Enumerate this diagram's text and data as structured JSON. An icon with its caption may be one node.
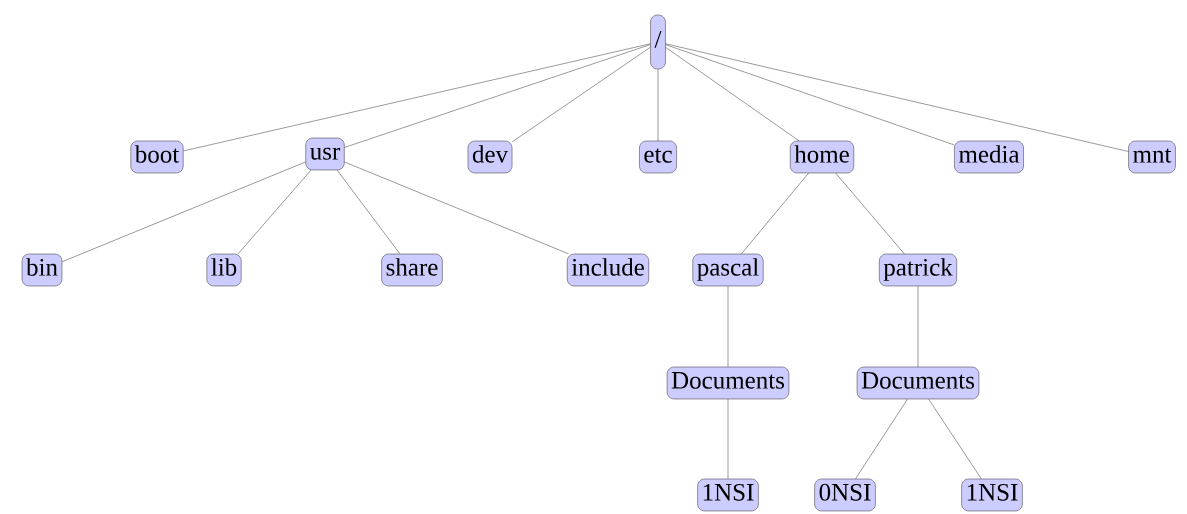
{
  "diagram": {
    "nodes": [
      {
        "text": [
          "/"
        ]
      },
      {
        "text": [
          "boot"
        ]
      },
      {
        "text": [
          "usr"
        ]
      },
      {
        "text": [
          "dev"
        ]
      },
      {
        "text": [
          "etc"
        ]
      },
      {
        "text": [
          "home"
        ]
      },
      {
        "text": [
          "media"
        ]
      },
      {
        "text": [
          "mnt"
        ]
      },
      {
        "text": [
          "bin"
        ]
      },
      {
        "text": [
          "lib"
        ]
      },
      {
        "text": [
          "share"
        ]
      },
      {
        "text": [
          "include"
        ]
      },
      {
        "text": [
          "pascal"
        ]
      },
      {
        "text": [
          "patrick"
        ]
      },
      {
        "text": [
          "Documents"
        ]
      },
      {
        "text": [
          "Documents"
        ]
      },
      {
        "text": [
          "1NSI"
        ]
      },
      {
        "text": [
          "0NSI"
        ]
      },
      {
        "text": [
          "1NSI"
        ]
      }
    ],
    "edges": [
      {
        "from": 0,
        "to": 1,
        "arrow": "none"
      },
      {
        "from": 0,
        "to": 2,
        "arrow": "none"
      },
      {
        "from": 0,
        "to": 3,
        "arrow": "none"
      },
      {
        "from": 0,
        "to": 4,
        "arrow": "none"
      },
      {
        "from": 0,
        "to": 5,
        "arrow": "none"
      },
      {
        "from": 0,
        "to": 6,
        "arrow": "none"
      },
      {
        "from": 0,
        "to": 7,
        "arrow": "none"
      },
      {
        "from": 2,
        "to": 8,
        "arrow": "none"
      },
      {
        "from": 2,
        "to": 9,
        "arrow": "none"
      },
      {
        "from": 2,
        "to": 10,
        "arrow": "none"
      },
      {
        "from": 2,
        "to": 11,
        "arrow": "none"
      },
      {
        "from": 5,
        "to": 12,
        "arrow": "none"
      },
      {
        "from": 5,
        "to": 13,
        "arrow": "none"
      },
      {
        "from": 12,
        "to": 14,
        "arrow": "none"
      },
      {
        "from": 13,
        "to": 15,
        "arrow": "none"
      },
      {
        "from": 14,
        "to": 16,
        "arrow": "none"
      },
      {
        "from": 15,
        "to": 17,
        "arrow": "none"
      },
      {
        "from": 15,
        "to": 18,
        "arrow": "none"
      }
    ]
  }
}
